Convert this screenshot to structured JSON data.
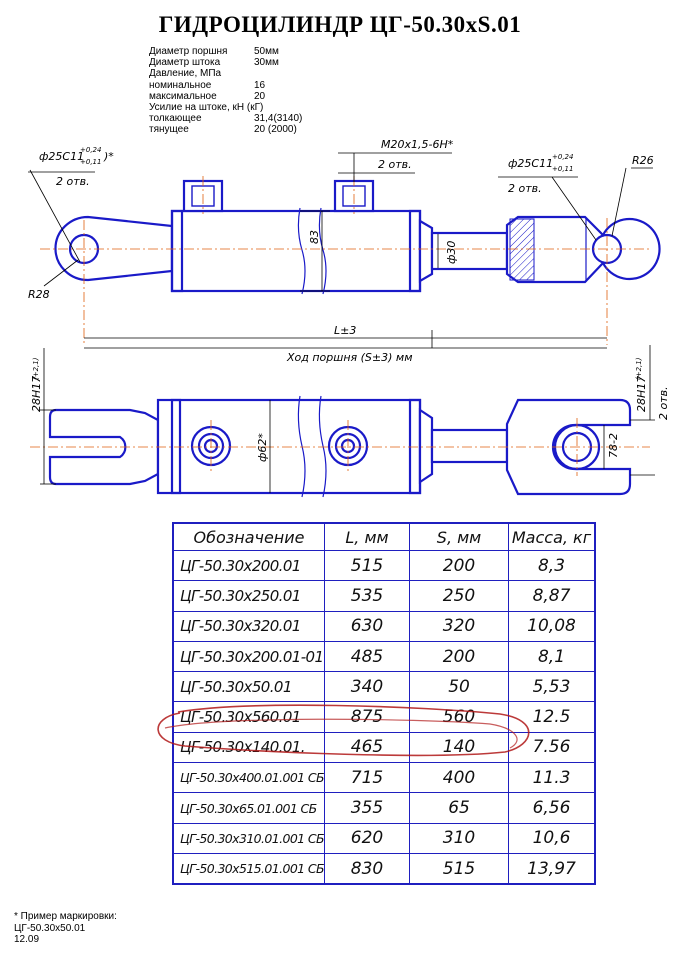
{
  "title": "ГИДРОЦИЛИНДР  ЦГ-50.30хS.01",
  "specs": [
    {
      "k": "Диаметр поршня",
      "v": "50мм"
    },
    {
      "k": "Диаметр штока",
      "v": "30мм"
    },
    {
      "k": "Давление, МПа",
      "v": ""
    },
    {
      "k": "номинальное",
      "v": "16"
    },
    {
      "k": "максимальное",
      "v": "20"
    },
    {
      "k": "Усилие на штоке, кН (кГ)",
      "v": ""
    },
    {
      "k": "толкающее",
      "v": "31,4(3140)"
    },
    {
      "k": "тянущее",
      "v": "20  (2000)"
    }
  ],
  "dims": {
    "left_hole": "ф25С11",
    "left_tol_up": "+0,24",
    "left_tol_dn": "+0,11",
    "star": ")*",
    "two_holes": "2 отв.",
    "right_hole": "ф25С11",
    "right_tol_up": "+0,24",
    "right_tol_dn": "+0,11",
    "thread": "М20х1,5-6Н*",
    "r26": "R26",
    "r28": "R28",
    "d83": "83",
    "d30": "ф30",
    "length": "L±3",
    "stroke": "Ход поршня (S±3) мм",
    "d62": "ф62*",
    "w28_left": "28Н17",
    "w28_left_tol": "(+2,1)",
    "w28_right": "28Н17",
    "w28_right_tol": "(+2,1)",
    "w78": "78-2",
    "two_holes_v": "2 отв."
  },
  "table": {
    "headers": [
      "Обозначение",
      "L, мм",
      "S, мм",
      "Масса, кг"
    ],
    "rows": [
      [
        "ЦГ-50.30х200.01",
        "515",
        "200",
        "8,3"
      ],
      [
        "ЦГ-50.30х250.01",
        "535",
        "250",
        "8,87"
      ],
      [
        "ЦГ-50.30х320.01",
        "630",
        "320",
        "10,08"
      ],
      [
        "ЦГ-50.30х200.01-01",
        "485",
        "200",
        "8,1"
      ],
      [
        "ЦГ-50.30х50.01",
        "340",
        "50",
        "5,53"
      ],
      [
        "ЦГ-50.30х560.01",
        "875",
        "560",
        "12.5"
      ],
      [
        "ЦГ-50.30х140.01.",
        "465",
        "140",
        "7.56"
      ],
      [
        "ЦГ-50.30х400.01.001  СБ",
        "715",
        "400",
        "11.3"
      ],
      [
        "ЦГ-50.30х65.01.001  СБ",
        "355",
        "65",
        "6,56"
      ],
      [
        "ЦГ-50.30х310.01.001  СБ",
        "620",
        "310",
        "10,6"
      ],
      [
        "ЦГ-50.30х515.01.001  СБ",
        "830",
        "515",
        "13,97"
      ]
    ]
  },
  "footnote": {
    "line1": "* Пример маркировки:",
    "line2": "ЦГ-50.30х50.01",
    "line3": "12.09"
  },
  "colors": {
    "line": "#1a1ac8",
    "axis": "#e06010",
    "table_border": "#1f1fbf",
    "highlight": "#b01818"
  }
}
